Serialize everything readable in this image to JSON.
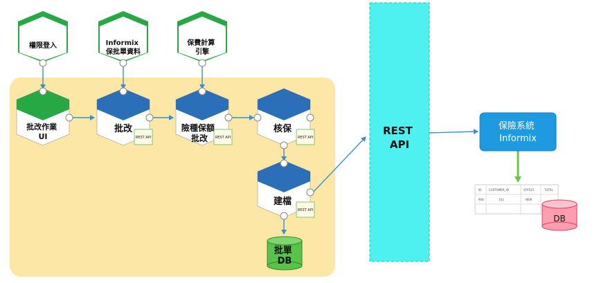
{
  "colors": {
    "green": "#27a844",
    "blue": "#2b6fb8",
    "cyan": "#4ff0f0",
    "yellow_zone": "#fde7a6",
    "system_blue": "#1e9be0",
    "db_green": "#58c24a",
    "db_red": "#ff9eb1",
    "connector": "#3b8fc6"
  },
  "entry_nodes": [
    {
      "label_lines": [
        "權限登入"
      ]
    },
    {
      "label_lines": [
        "Informix",
        "保批單資料"
      ]
    },
    {
      "label_lines": [
        "保費計算",
        "引擎"
      ]
    }
  ],
  "process_nodes": [
    {
      "label_lines": [
        "批改作業",
        "UI"
      ],
      "api_badge": ""
    },
    {
      "label_lines": [
        "批改"
      ],
      "api_badge": "REST API"
    },
    {
      "label_lines": [
        "險種保額",
        "批改"
      ],
      "api_badge": "REST API"
    },
    {
      "label_lines": [
        "核保"
      ],
      "api_badge": "REST API"
    },
    {
      "label_lines": [
        "建檔"
      ],
      "api_badge": "REST API"
    }
  ],
  "local_db": {
    "label_lines": [
      "批單",
      "DB"
    ]
  },
  "rest_api": {
    "label_lines": [
      "REST",
      "API"
    ]
  },
  "system": {
    "label_lines": [
      "保險系統",
      "Informix"
    ]
  },
  "table": {
    "headers": [
      "ID",
      "CUSTOMER_ID",
      "STATUS",
      "TOTAL"
    ],
    "rows": [
      [
        "908",
        "101",
        "NEW",
        ""
      ]
    ]
  },
  "remote_db": {
    "label": "DB"
  }
}
